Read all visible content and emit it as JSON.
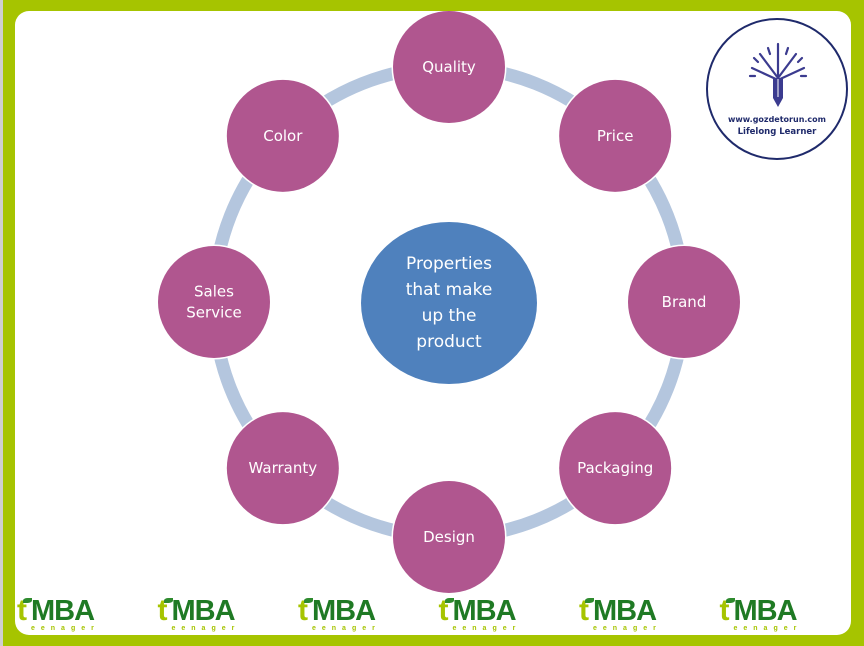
{
  "diagram": {
    "title": "Properties that make up the product",
    "center": {
      "lines": [
        "Properties",
        "that make",
        "up the",
        "product"
      ],
      "color": "#4f81bd"
    },
    "nodes": [
      {
        "label": [
          "Quality"
        ]
      },
      {
        "label": [
          "Price"
        ]
      },
      {
        "label": [
          "Brand"
        ]
      },
      {
        "label": [
          "Packaging"
        ]
      },
      {
        "label": [
          "Design"
        ]
      },
      {
        "label": [
          "Warranty"
        ]
      },
      {
        "label": [
          "Sales",
          "Service"
        ]
      },
      {
        "label": [
          "Color"
        ]
      }
    ],
    "node_color": "#b0568f",
    "ring_color": "#b4c6de"
  },
  "badge": {
    "icon": "tree-pencil-icon",
    "url": "www.gozdetorun.com",
    "tagline": "Lifelong Learner"
  },
  "footer": {
    "logo_count": 6,
    "logo": {
      "t": "t",
      "main": "MBA",
      "sub": "eenager"
    }
  },
  "colors": {
    "frame": "#a6c400",
    "logo_dark": "#1f7a24",
    "badge_ink": "#1f2a6b"
  }
}
